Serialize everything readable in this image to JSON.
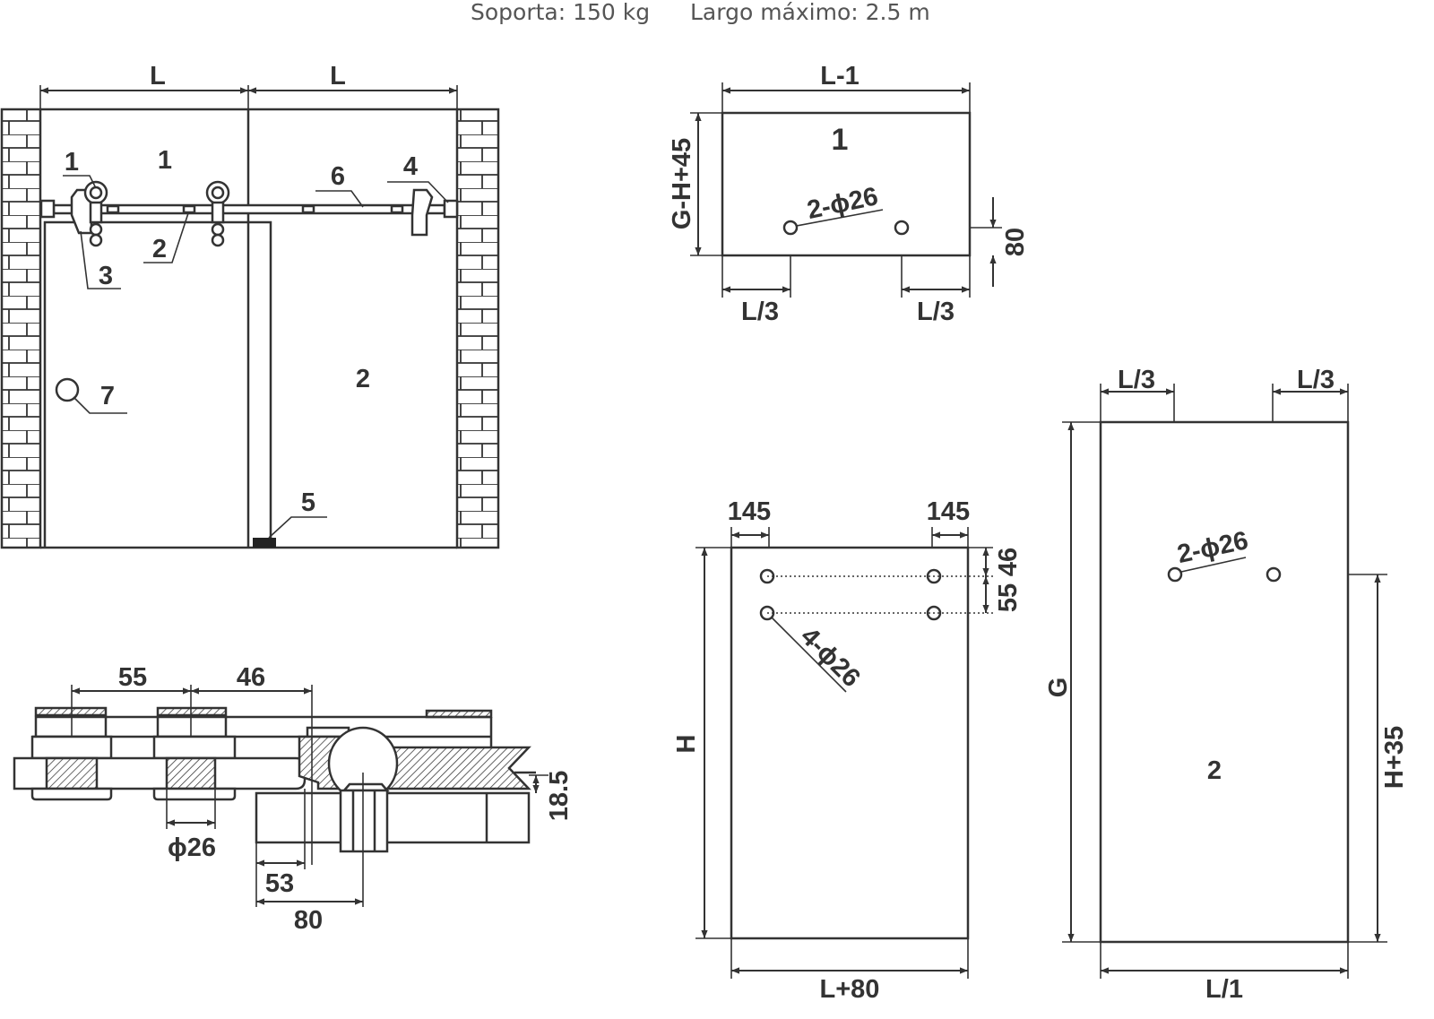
{
  "header": {
    "capacity": "Soporta: 150 kg",
    "max_length": "Largo máximo: 2.5 m"
  },
  "front_view": {
    "dim_left": "L",
    "dim_right": "L",
    "panel_fixed": "1",
    "panel_sliding": "2",
    "callouts": [
      "1",
      "2",
      "3",
      "4",
      "5",
      "6",
      "7"
    ]
  },
  "fixed_panel": {
    "width": "L-1",
    "height": "G-H+45",
    "label": "1",
    "holes": "2-ϕ26",
    "hole_offset": "80",
    "left_third": "L/3",
    "right_third": "L/3"
  },
  "door_panel": {
    "left_offset": "145",
    "right_offset": "145",
    "top_offset": "46",
    "hole_spacing": "55",
    "holes": "4-ϕ26",
    "height": "H",
    "width": "L+80"
  },
  "sliding_panel": {
    "left_third": "L/3",
    "right_third": "L/3",
    "holes": "2-ϕ26",
    "height": "G",
    "label": "2",
    "hole_height": "H+35",
    "width": "L/1"
  },
  "section": {
    "dim_a": "55",
    "dim_b": "46",
    "hole": "ϕ26",
    "gap": "18.5",
    "dim_c": "53",
    "dim_d": "80"
  }
}
